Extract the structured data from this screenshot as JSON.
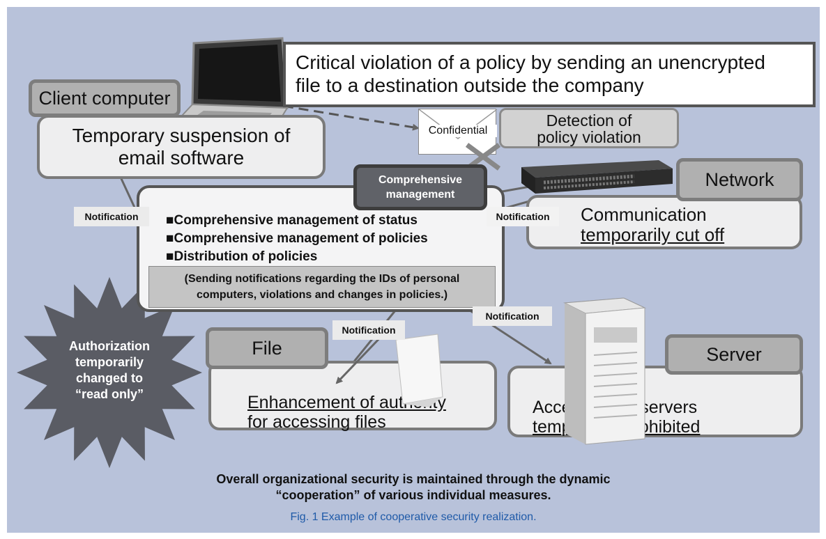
{
  "violation": {
    "text_line1": "Critical violation of a policy by sending an unencrypted",
    "text_line2": "file to a destination outside the company"
  },
  "envelope": {
    "label": "Confidential"
  },
  "detection": {
    "line1": "Detection of",
    "line2": "policy violation"
  },
  "client": {
    "tab": "Client computer",
    "line1": "Temporary suspension of",
    "line2": "email software"
  },
  "management": {
    "tab_line1": "Comprehensive",
    "tab_line2": "management",
    "items": [
      "Comprehensive management of status",
      "Comprehensive management of policies",
      "Distribution of policies"
    ],
    "note_line1": "(Sending notifications regarding the IDs of personal",
    "note_line2": "computers, violations and changes in policies.)"
  },
  "network": {
    "tab": "Network",
    "line1": "Communication",
    "line2": "temporarily cut off"
  },
  "file": {
    "tab": "File",
    "line1": "Enhancement of authority",
    "line2": "for accessing files"
  },
  "server": {
    "tab": "Server",
    "line1": "Access to file servers",
    "line2": "temporarily prohibited"
  },
  "starburst": {
    "line1": "Authorization",
    "line2": "temporarily",
    "line3": "changed to",
    "line4": "“read only”"
  },
  "notifications": {
    "client": "Notification",
    "network": "Notification",
    "file": "Notification",
    "server": "Notification"
  },
  "footer": {
    "line1": "Overall organizational security is maintained through the dynamic",
    "line2": "“cooperation” of various individual measures."
  },
  "caption": "Fig. 1  Example of cooperative security realization.",
  "colors": {
    "background": "#b8c2da",
    "tab_fill": "#b0b0b0",
    "panel_fill": "#eeeeef",
    "border": "#7a7a7a",
    "starburst": "#5a5c64",
    "caption": "#1f5aa8"
  }
}
